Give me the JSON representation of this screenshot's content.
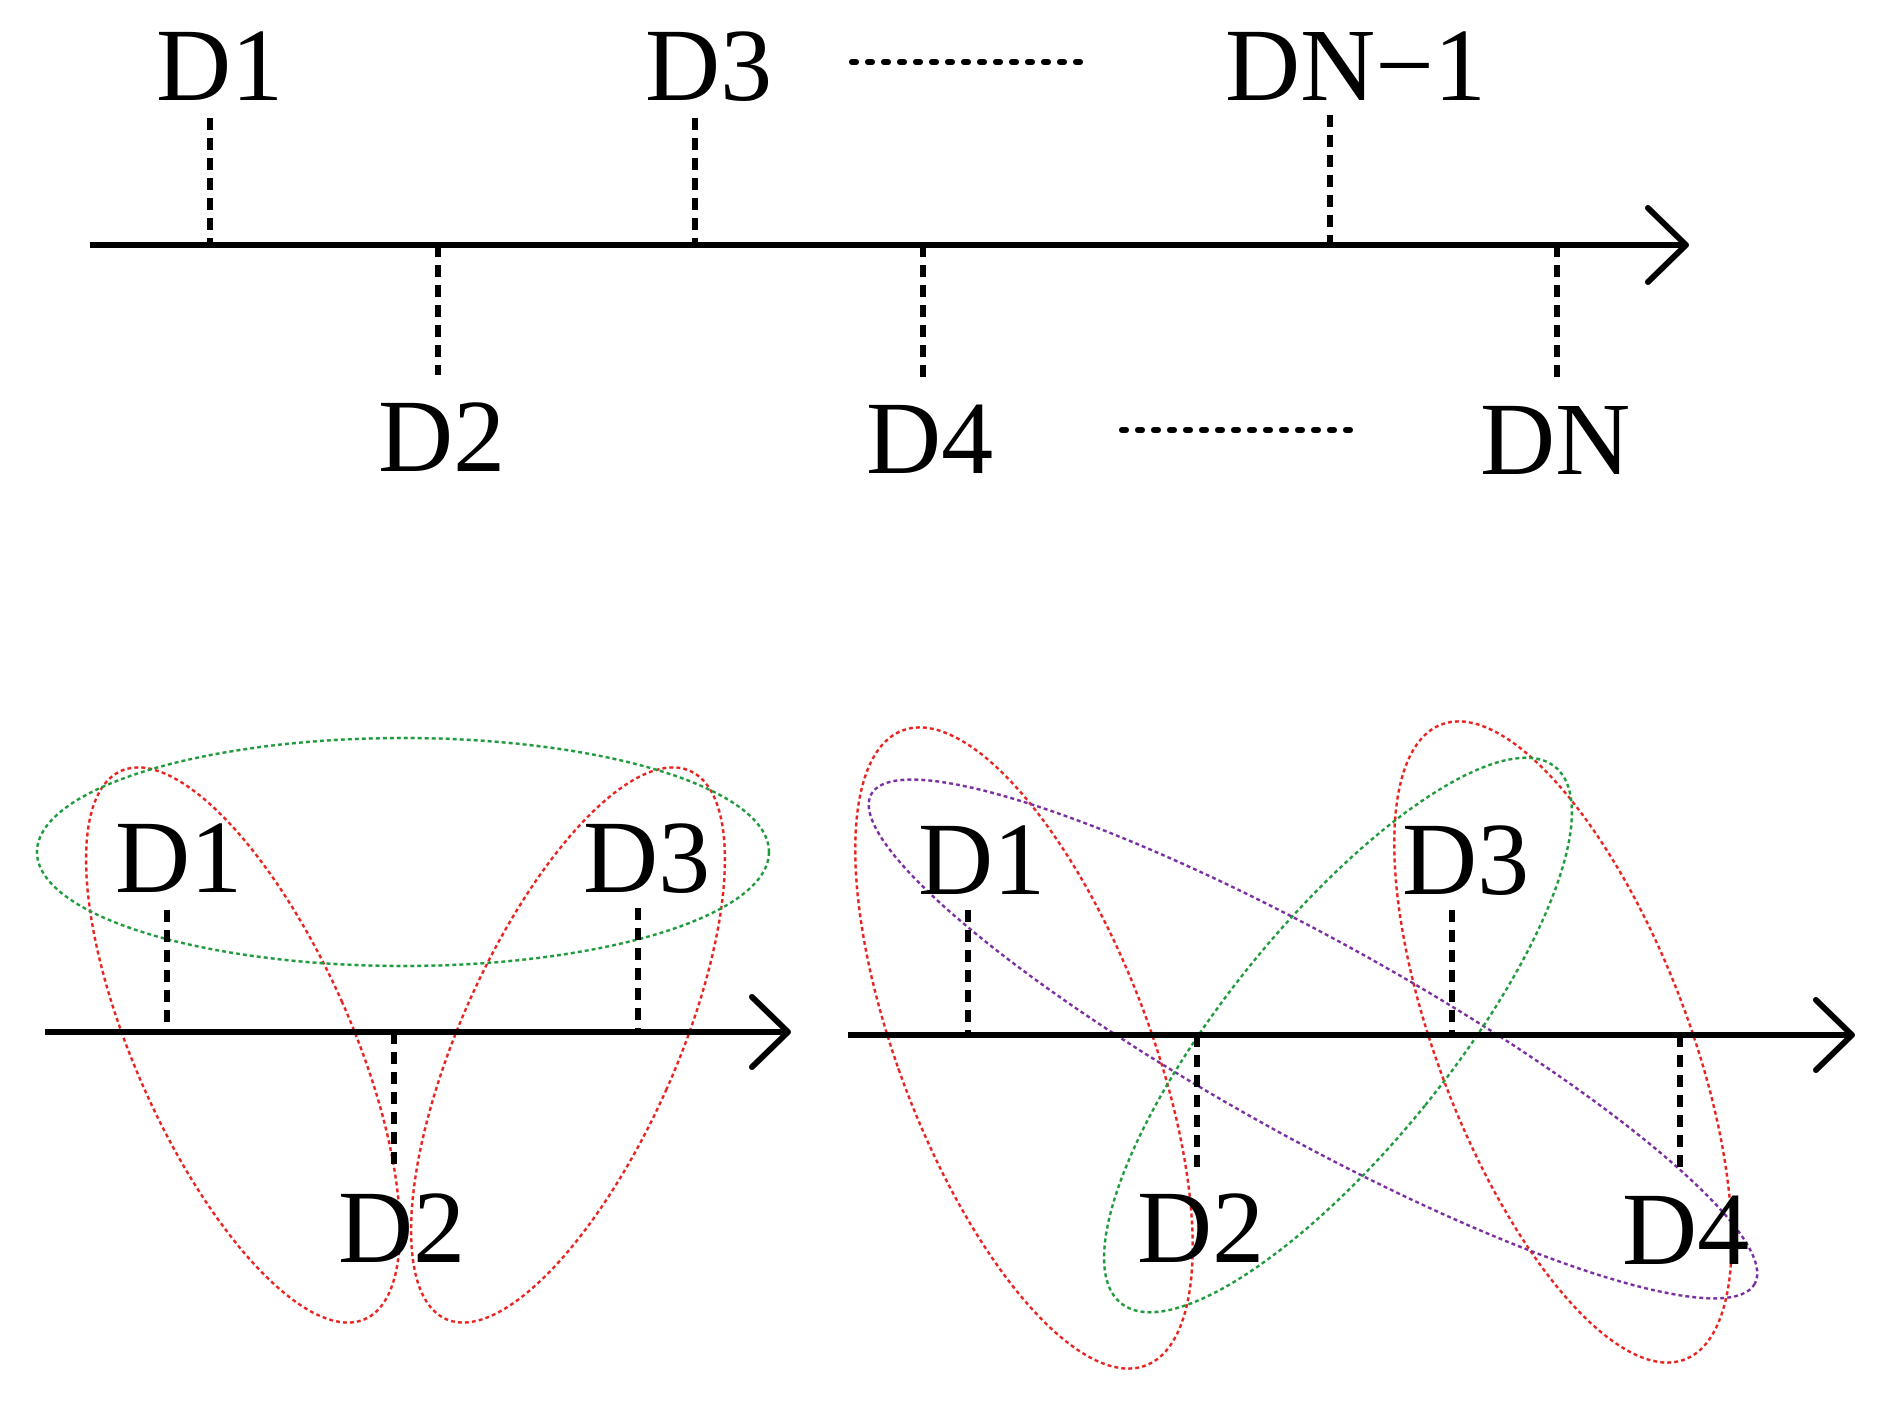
{
  "colors": {
    "line": "#000000",
    "group_red": "#e8231f",
    "group_green": "#1e9a3c",
    "group_purple": "#7a2da0"
  },
  "top_timeline": {
    "labels": {
      "d1": "D1",
      "d2": "D2",
      "d3": "D3",
      "d4": "D4",
      "dn_minus_1": "DN−1",
      "dn": "DN"
    }
  },
  "bottom_left": {
    "labels": {
      "d1": "D1",
      "d2": "D2",
      "d3": "D3"
    }
  },
  "bottom_right": {
    "labels": {
      "d1": "D1",
      "d2": "D2",
      "d3": "D3",
      "d4": "D4"
    }
  }
}
